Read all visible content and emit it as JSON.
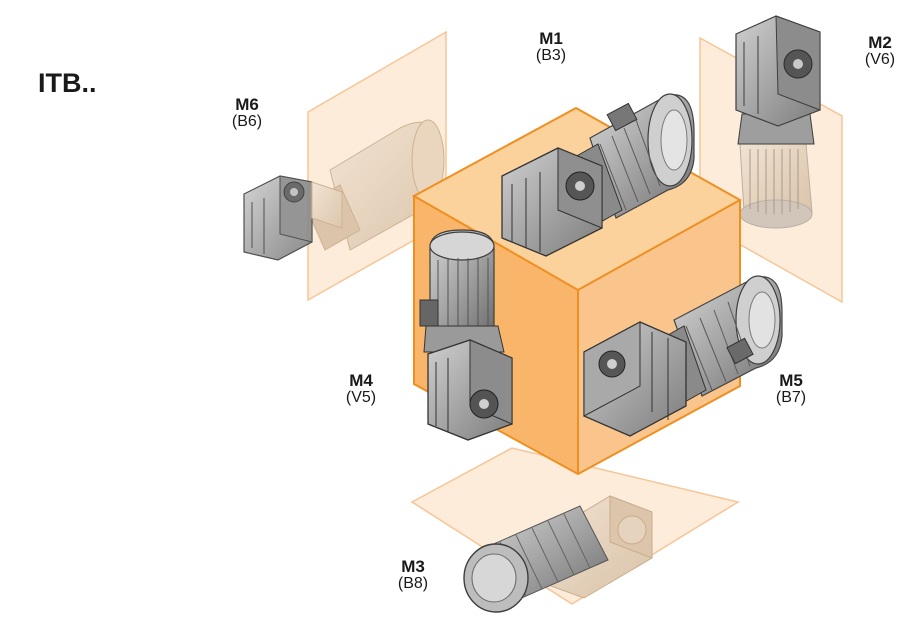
{
  "title": "ITB..",
  "colors": {
    "cube_top": "#fbd29c",
    "cube_left": "#f9b66a",
    "cube_right": "#fac58c",
    "cube_edge": "#ef8f22",
    "plane_fill": "#fde6cf",
    "plane_edge": "#f6c596",
    "motor_body": "#9a9a9a",
    "motor_dark": "#4a4a4a"
  },
  "positions": [
    {
      "code": "M1",
      "alt": "(B3)"
    },
    {
      "code": "M2",
      "alt": "(V6)"
    },
    {
      "code": "M3",
      "alt": "(B8)"
    },
    {
      "code": "M4",
      "alt": "(V5)"
    },
    {
      "code": "M5",
      "alt": "(B7)"
    },
    {
      "code": "M6",
      "alt": "(B6)"
    }
  ]
}
